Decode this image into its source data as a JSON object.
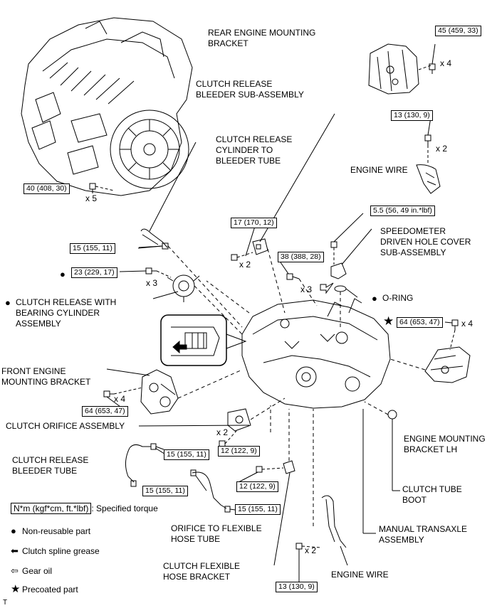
{
  "labels": {
    "rear_engine_mounting_bracket": "REAR ENGINE MOUNTING\nBRACKET",
    "clutch_release_bleeder_sub_assembly": "CLUTCH RELEASE\nBLEEDER SUB-ASSEMBLY",
    "clutch_release_cylinder_to_bleeder_tube": "CLUTCH RELEASE\nCYLINDER TO\nBLEEDER TUBE",
    "engine_wire_top": "ENGINE WIRE",
    "speedometer_driven_hole_cover": "SPEEDOMETER\nDRIVEN HOLE COVER\nSUB-ASSEMBLY",
    "o_ring": "O-RING",
    "clutch_release_with_bearing_cylinder": "CLUTCH RELEASE WITH\nBEARING CYLINDER\nASSEMBLY",
    "front_engine_mounting_bracket": "FRONT ENGINE\nMOUNTING BRACKET",
    "clutch_orifice_assembly": "CLUTCH ORIFICE ASSEMBLY",
    "clutch_release_bleeder_tube": "CLUTCH RELEASE\nBLEEDER TUBE",
    "engine_mounting_bracket_lh": "ENGINE MOUNTING\nBRACKET LH",
    "clutch_tube_boot": "CLUTCH TUBE\nBOOT",
    "orifice_to_flexible_hose_tube": "ORIFICE TO FLEXIBLE\nHOSE TUBE",
    "manual_transaxle_assembly": "MANUAL TRANSAXLE\nASSEMBLY",
    "clutch_flexible_hose_bracket": "CLUTCH FLEXIBLE\nHOSE BRACKET",
    "engine_wire_bottom": "ENGINE WIRE"
  },
  "torques": {
    "t_45": "45 (459, 33)",
    "t_13_top": "13 (130, 9)",
    "t_40": "40 (408, 30)",
    "t_5_5": "5.5 (56, 49 in.*lbf)",
    "t_17": "17 (170, 12)",
    "t_15_bleeder": "15 (155, 11)",
    "t_38": "38 (388, 28)",
    "t_23": "23 (229, 17)",
    "t_64_right": "64 (653, 47)",
    "t_64_left": "64 (653, 47)",
    "t_12_a": "12 (122, 9)",
    "t_15_tube1": "15 (155, 11)",
    "t_15_tube2a": "15 (155, 11)",
    "t_12_b": "12 (122, 9)",
    "t_15_tube2b": "15 (155, 11)",
    "t_13_bottom": "13 (130, 9)"
  },
  "quantities": {
    "q_rear": "x 4",
    "q_wire_top": "x 2",
    "q_engine": "x 5",
    "q_17": "x 2",
    "q_38": "x 3",
    "q_23": "x 3",
    "q_64_right": "x 4",
    "q_64_left": "x 4",
    "q_orifice": "x 2",
    "q_wire_bottom": "x 2"
  },
  "legend": {
    "torque_box": "N*m (kgf*cm, ft.*lbf)",
    "torque_desc": ": Specified torque",
    "non_reusable": "Non-reusable part",
    "spline_grease": "Clutch spline grease",
    "gear_oil": "Gear oil",
    "precoated": "Precoated part"
  },
  "footer": {
    "mark": "T"
  },
  "colors": {
    "ink": "#000000",
    "background": "#ffffff"
  },
  "icons": {
    "non_reusable": "filled-circle-icon",
    "spline_grease": "filled-arrow-left-icon",
    "gear_oil": "outline-arrow-left-icon",
    "precoated": "filled-star-icon"
  }
}
